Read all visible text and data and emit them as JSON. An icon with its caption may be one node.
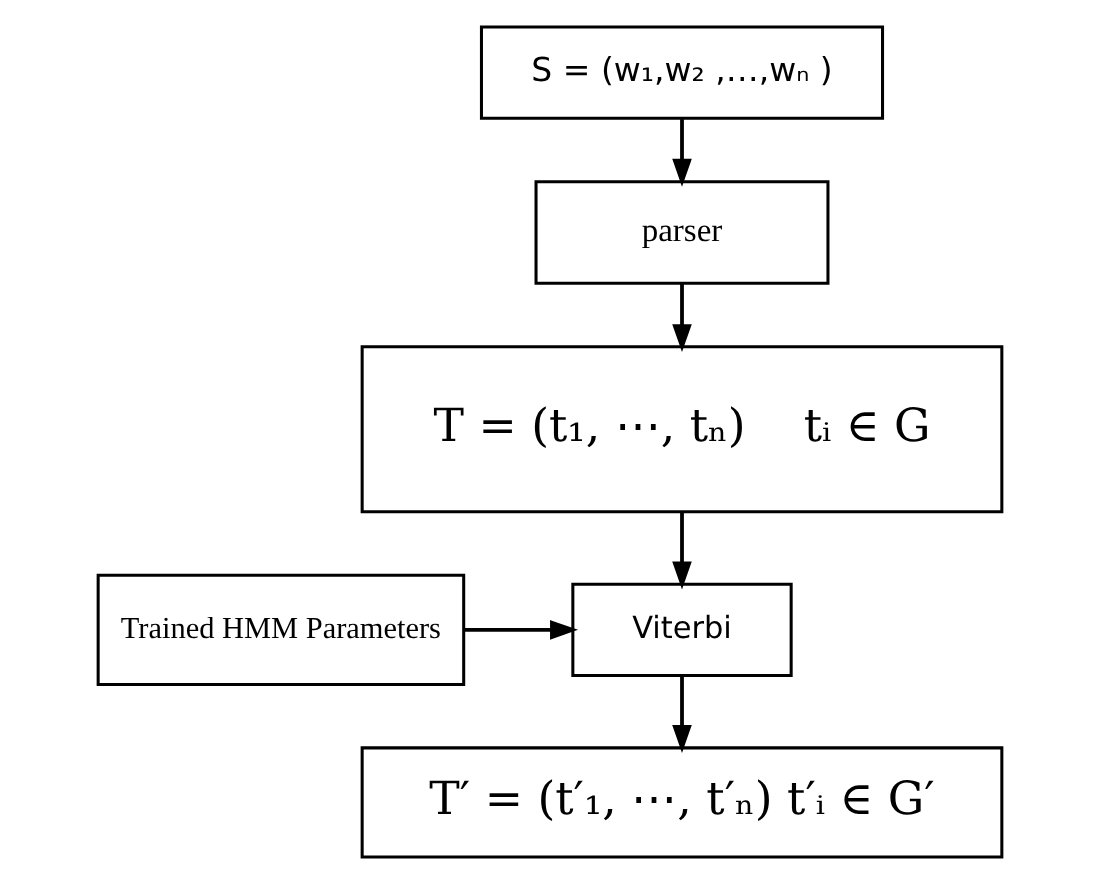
{
  "diagram": {
    "nodes": [
      {
        "text": [
          "S = (w₁,w₂ ,…,wₙ )"
        ]
      },
      {
        "text": [
          "parser"
        ]
      },
      {
        "text": [
          "T = (t₁, ⋯, tₙ)    tᵢ ∈ G"
        ]
      },
      {
        "text": [
          "Trained HMM Parameters"
        ]
      },
      {
        "text": [
          "Viterbi"
        ]
      },
      {
        "text": [
          "T′ = (t′₁, ⋯, t′ₙ) t′ᵢ ∈ G′"
        ]
      }
    ],
    "edges": [
      {
        "from": 0,
        "to": 1,
        "arrow": "to"
      },
      {
        "from": 1,
        "to": 2,
        "arrow": "to"
      },
      {
        "from": 2,
        "to": 4,
        "arrow": "to"
      },
      {
        "from": 3,
        "to": 4,
        "arrow": "to"
      },
      {
        "from": 4,
        "to": 5,
        "arrow": "to"
      }
    ]
  }
}
